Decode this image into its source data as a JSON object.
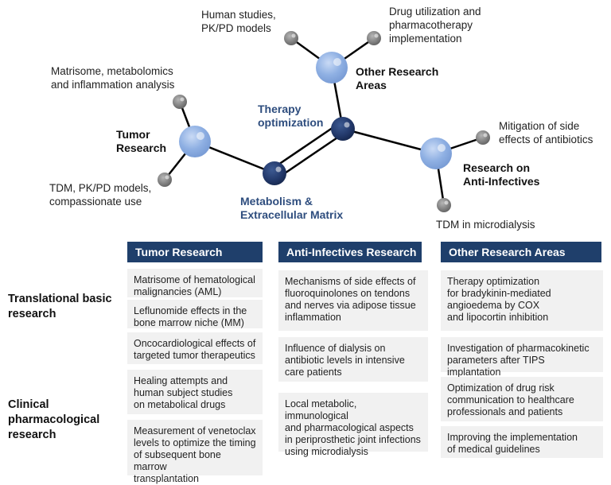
{
  "molecule": {
    "hubs": {
      "tumor": "Tumor\nResearch",
      "metabolism": "Metabolism &\nExtracellular Matrix",
      "therapy": "Therapy\noptimization",
      "other": "Other Research\nAreas",
      "antiinfectives": "Research on\nAnti-Infectives"
    },
    "leaves": {
      "matrisome": "Matrisome, metabolomics\nand inflammation analysis",
      "tdm_pkpd": "TDM, PK/PD models,\ncompassionate use",
      "human_studies": "Human studies,\nPK/PD models",
      "drug_utilization": "Drug utilization and\npharmacotherapy\nimplementation",
      "mitigation": "Mitigation of side\neffects of antibiotics",
      "tdm_microdialysis": "TDM in microdialysis"
    },
    "colors": {
      "light": "#8fb0e3",
      "dark": "#22386a",
      "grey": "#7f7f7f",
      "line": "#000000"
    }
  },
  "table": {
    "headers": [
      "Tumor Research",
      "Anti-Infectives Research",
      "Other Research Areas"
    ],
    "row_labels": {
      "translational": "Translational basic\nresearch",
      "clinical": "Clinical\npharmacological\nresearch"
    },
    "tumor": [
      "Matrisome of hematological\nmalignancies (AML)",
      "Leflunomide effects in the\nbone marrow niche (MM)",
      "Oncocardiological effects of\ntargeted tumor therapeutics",
      "Healing attempts and\nhuman subject studies\non metabolical drugs",
      "Measurement of venetoclax\nlevels to optimize the timing\nof subsequent bone marrow\ntransplantation"
    ],
    "anti": [
      "Mechanisms of side effects of\nfluoroquinolones on tendons\nand nerves via adipose tissue\ninflammation",
      "Influence of dialysis on\nantibiotic levels in intensive\ncare patients",
      "Local metabolic, immunological\nand pharmacological aspects\nin periprosthetic joint infections\nusing microdialysis"
    ],
    "other": [
      "Therapy optimization\nfor bradykinin-mediated\nangioedema by COX\nand lipocortin inhibition",
      "Investigation of pharmacokinetic\nparameters after TIPS implantation",
      "Optimization of drug risk\ncommunication to healthcare\nprofessionals and patients",
      "Improving the implementation\nof medical guidelines"
    ],
    "header_color": "#1f3f6b",
    "box_color": "#f1f1f1"
  }
}
